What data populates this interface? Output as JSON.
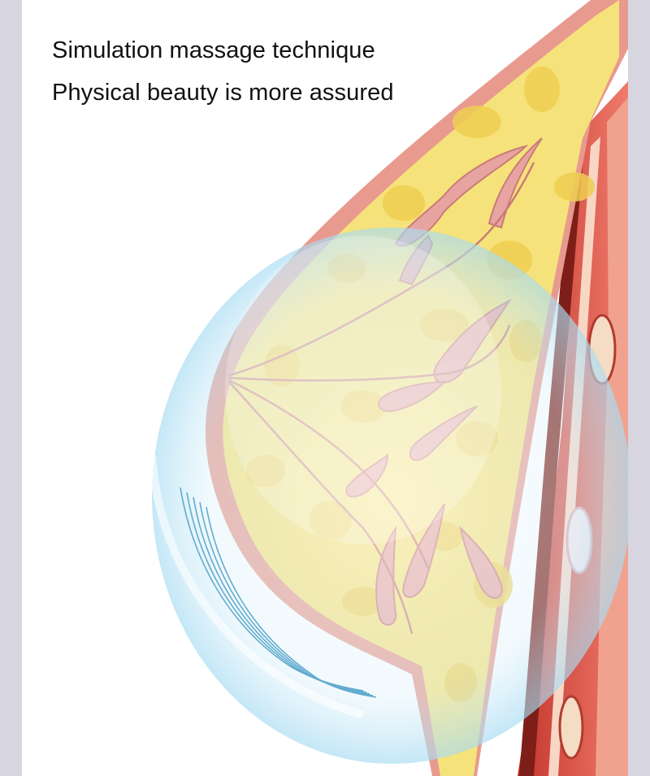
{
  "headline": {
    "line1": "Simulation massage technique",
    "line2": "Physical beauty is more assured"
  },
  "illustration": {
    "subject": "breast-anatomy-cross-section",
    "overlay": "translucent-massage-cup",
    "colors": {
      "background": "#ffffff",
      "side_bars": "#d7d6e0",
      "skin": "#e89a8e",
      "fat_tissue": "#f6e27a",
      "fat_nodules": "#efcf52",
      "glands": "#e7a4a0",
      "muscle": "#c4352c",
      "muscle_light": "#ef7b6c",
      "cup_glow": "#bfe6f5",
      "wave_lines": "#4a9fc6"
    }
  }
}
